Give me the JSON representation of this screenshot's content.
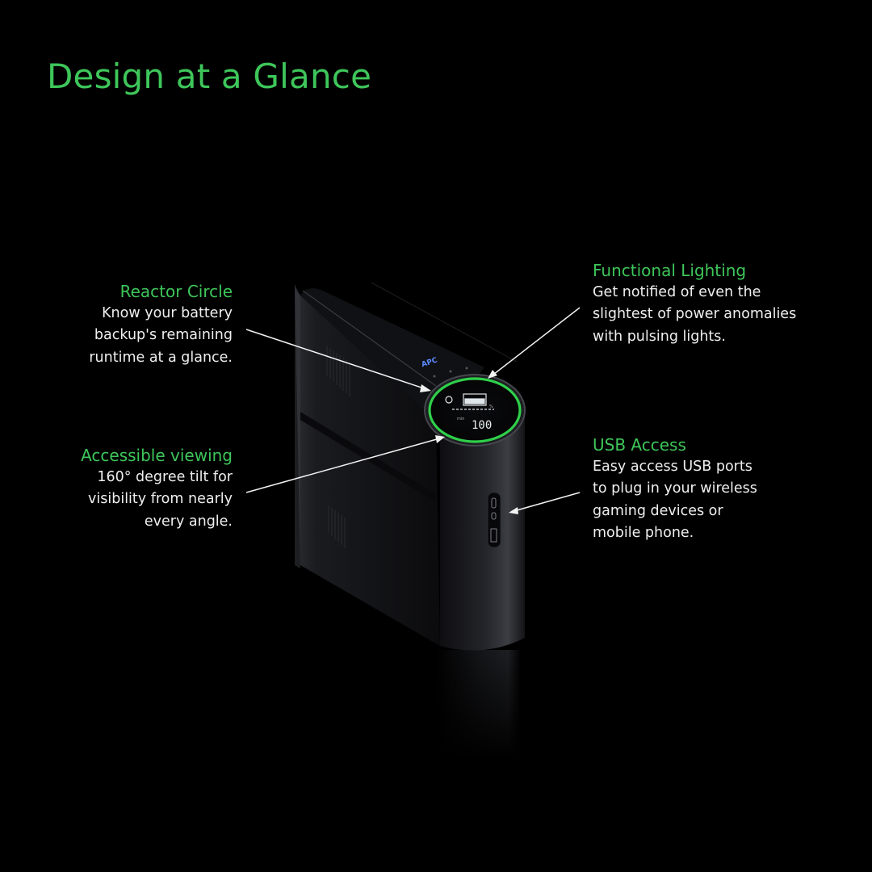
{
  "page": {
    "title": "Design at a Glance",
    "accent_color": "#3ec65a",
    "text_color": "#efefef",
    "background": "#000000"
  },
  "product": {
    "brand_logo": "APC",
    "display": {
      "ring_color": "#2fd04a",
      "runtime_value": "100",
      "icons": [
        "outlet-icon",
        "battery-bars-icon",
        "load-percent-icon"
      ]
    },
    "usb_ports": [
      "usb-c-port",
      "usb-c-port",
      "usb-a-port"
    ]
  },
  "callouts": [
    {
      "id": "reactor-circle",
      "heading": "Reactor Circle",
      "lines": [
        "Know your battery",
        "backup's remaining",
        "runtime at a glance."
      ]
    },
    {
      "id": "accessible-viewing",
      "heading": "Accessible viewing",
      "lines": [
        "160° degree tilt for",
        "visibility from nearly",
        "every angle."
      ]
    },
    {
      "id": "functional-lighting",
      "heading": "Functional Lighting",
      "lines": [
        "Get notified of even the",
        "slightest of power anomalies",
        "with pulsing lights."
      ]
    },
    {
      "id": "usb-access",
      "heading": "USB Access",
      "lines": [
        "Easy access USB ports",
        "to plug in your wireless",
        "gaming devices or",
        "mobile phone."
      ]
    }
  ]
}
